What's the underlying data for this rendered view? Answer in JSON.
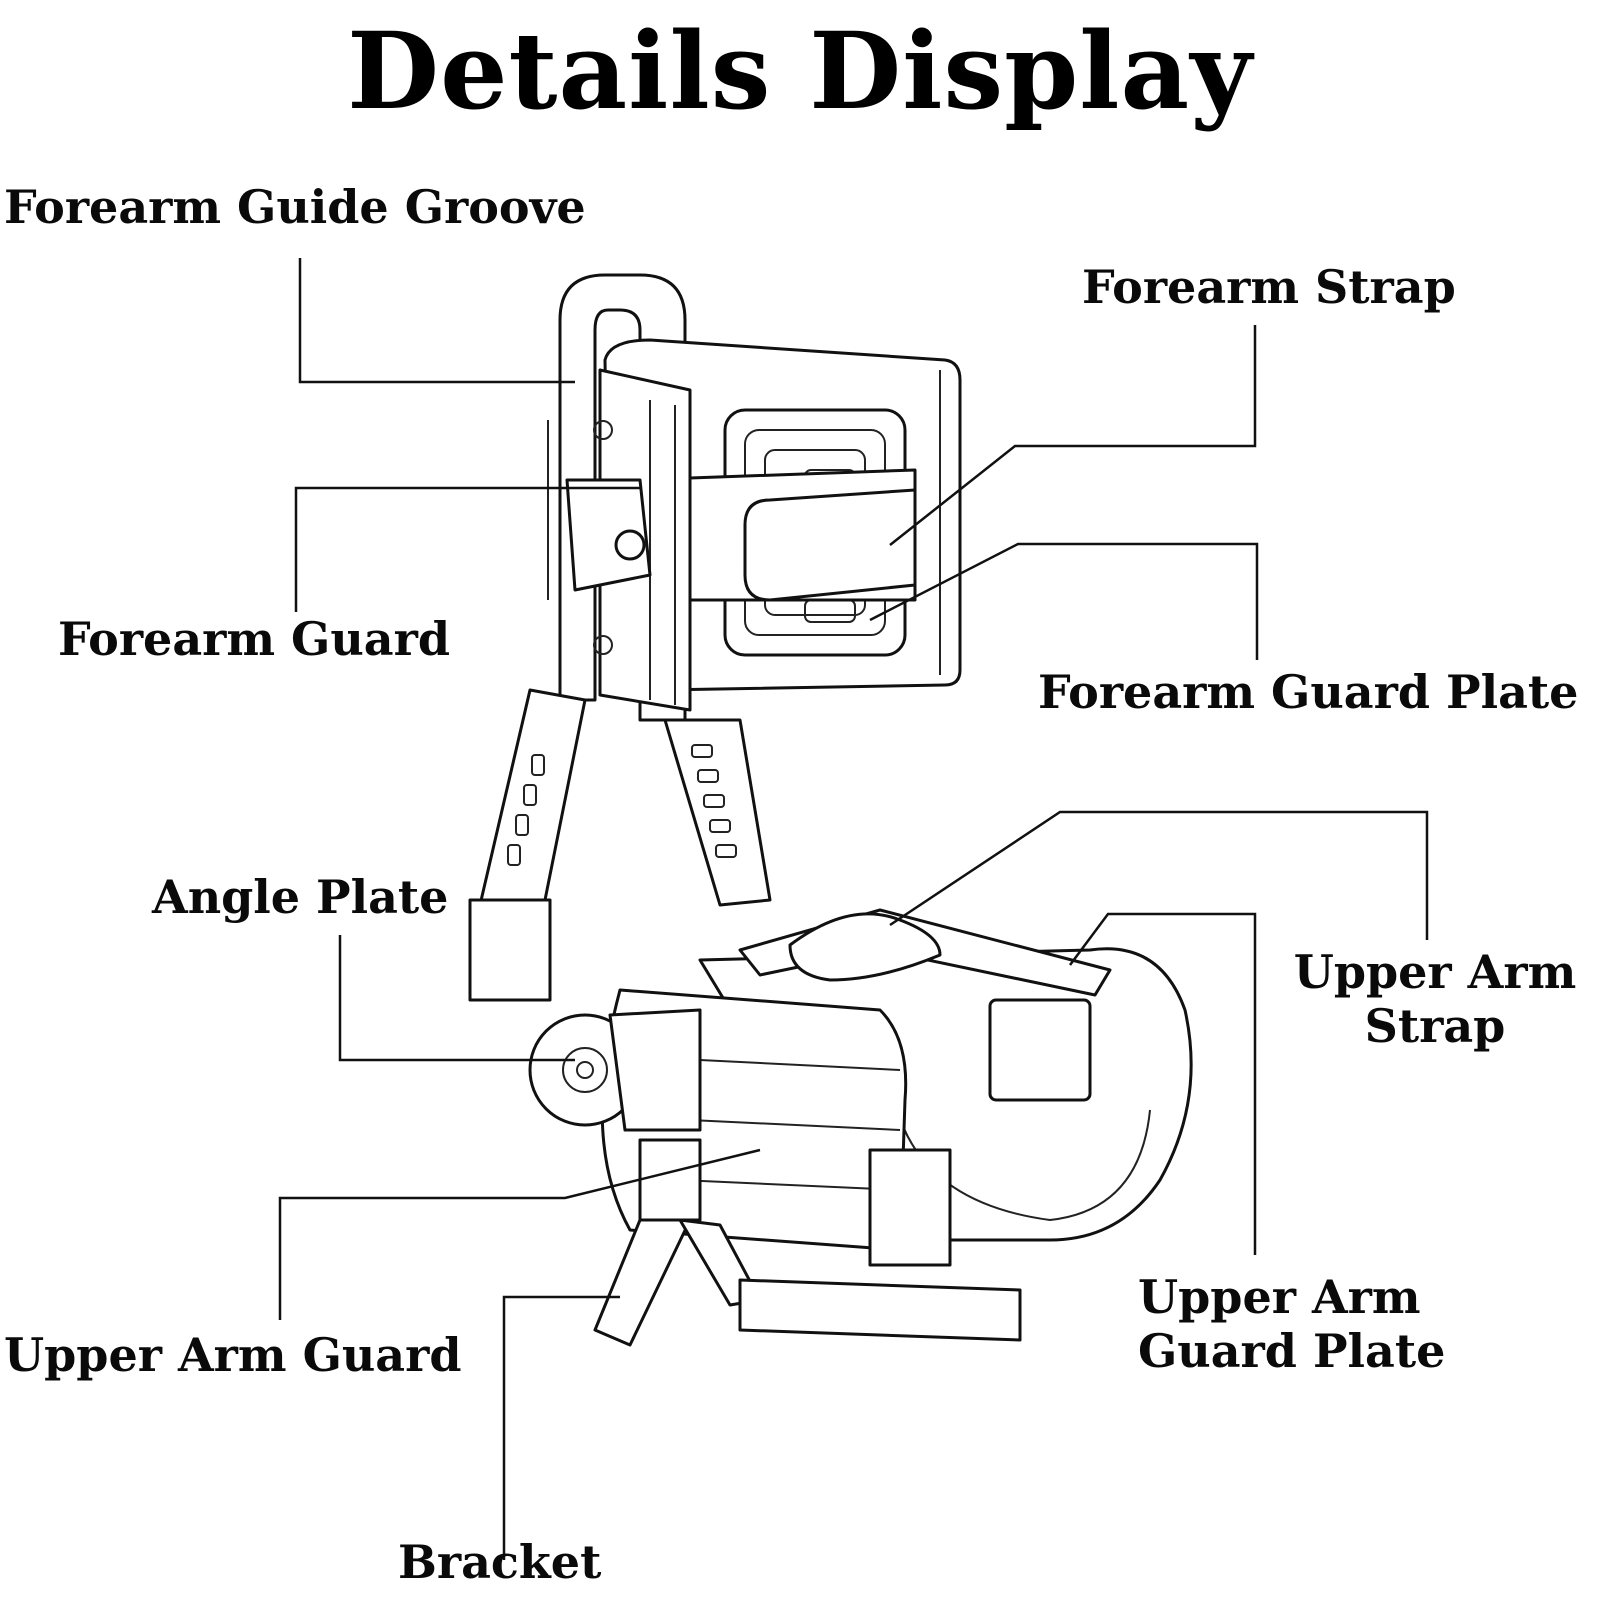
{
  "title": "Details Display",
  "labels": {
    "forearm_guide_groove": "Forearm Guide Groove",
    "forearm_strap": "Forearm Strap",
    "forearm_guard": "Forearm Guard",
    "forearm_guard_plate": "Forearm Guard Plate",
    "angle_plate": "Angle Plate",
    "upper_arm_strap_line1": "Upper Arm",
    "upper_arm_strap_line2": "Strap",
    "upper_arm_guard": "Upper Arm Guard",
    "upper_arm_guard_plate_line1": "Upper Arm",
    "upper_arm_guard_plate_line2": "Guard Plate",
    "bracket": "Bracket"
  },
  "colors": {
    "ink": "#111111",
    "background": "#ffffff"
  }
}
